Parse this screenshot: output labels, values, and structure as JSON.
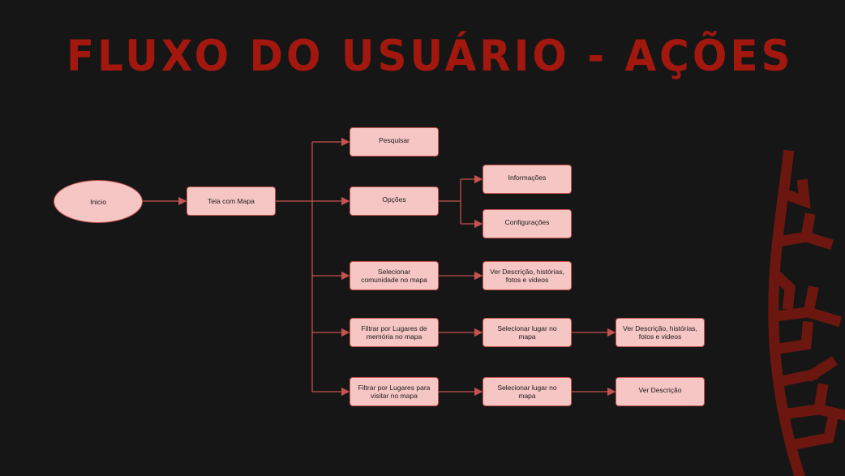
{
  "title": "FLUXO DO USUÁRIO - AÇÕES",
  "colors": {
    "background": "#161616",
    "title": "#a3180e",
    "node_fill": "#f6c6c4",
    "node_border": "#c4534e",
    "connector": "#c4534e",
    "ornament": "#6b170f"
  },
  "nodes": {
    "inicio": "Inicio",
    "tela_mapa": "Tela com Mapa",
    "pesquisar": "Pesquisar",
    "opcoes": "Opções",
    "informacoes": "Informações",
    "configuracoes": "Configurações",
    "selecionar_comunidade": "Selecionar comunidade no mapa",
    "ver_descricao_1": "Ver Descrição, histórias, fotos e videos",
    "filtrar_memoria": "Filtrar por Lugares de memória no mapa",
    "selecionar_lugar_1": "Selecionar lugar no mapa",
    "ver_descricao_2": "Ver Descrição, histórias, fotos e videos",
    "filtrar_visitar": "Filtrar por Lugares para visitar no mapa",
    "selecionar_lugar_2": "Selecionar lugar no mapa",
    "ver_descricao_3": "Ver Descrição"
  },
  "decoration": {
    "ornament": "tribal-branch-pattern"
  }
}
